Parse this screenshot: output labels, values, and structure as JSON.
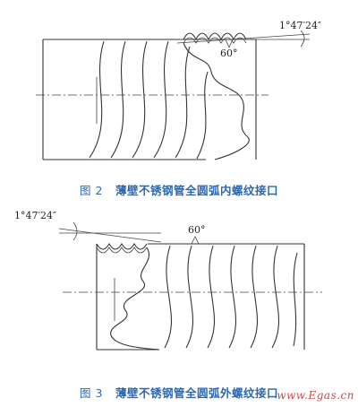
{
  "figure2": {
    "angle_label": "1°47′24″",
    "thread_angle_label": "60°",
    "caption_number": "图 2",
    "caption_text": "薄壁不锈钢管全圆弧内螺纹接口"
  },
  "figure3": {
    "angle_label": "1°47′24″",
    "thread_angle_label": "60°",
    "caption_number": "图 3",
    "caption_text": "薄壁不锈钢管全圆弧外螺纹接口"
  },
  "watermark": "www.Egas.cn"
}
